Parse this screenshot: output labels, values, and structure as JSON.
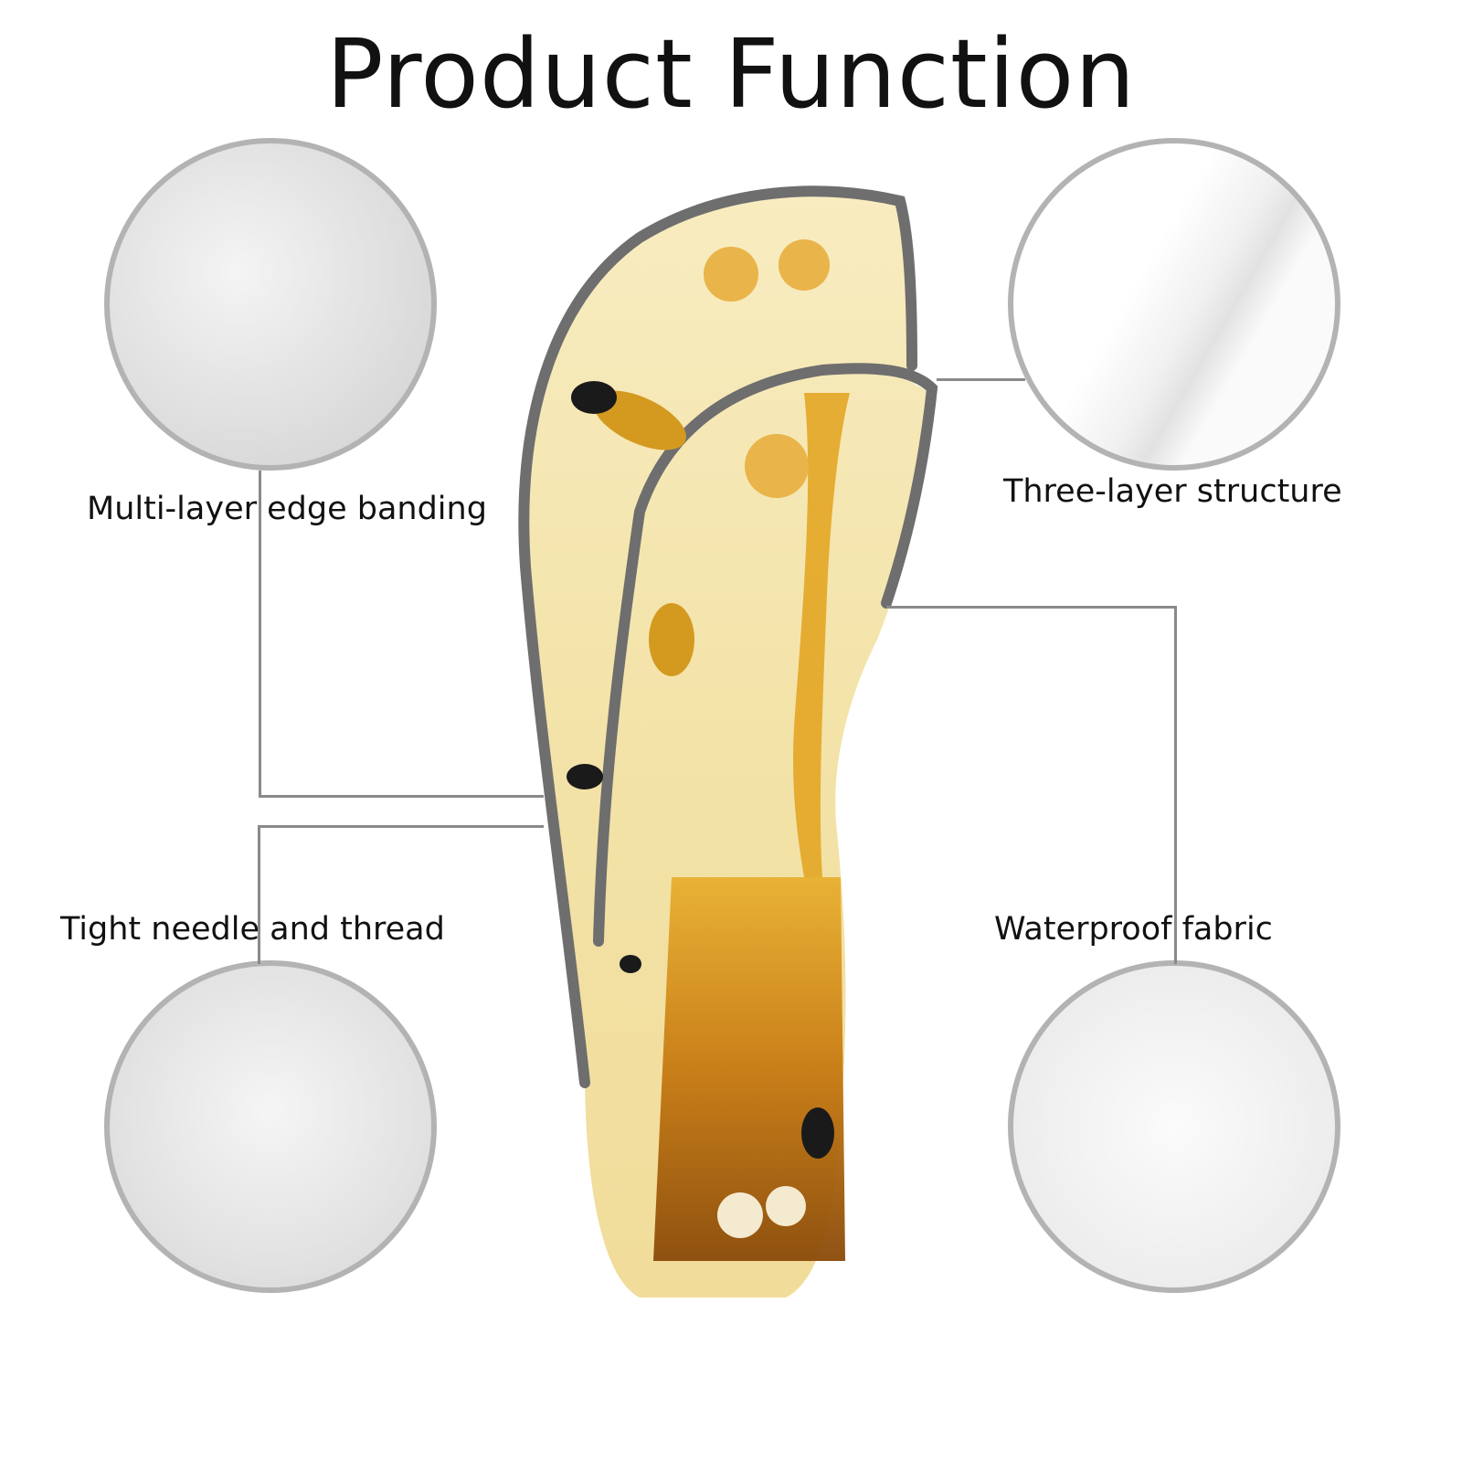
{
  "title": "Product Function",
  "features": [
    {
      "id": "edge-banding",
      "label": "Multi-layer edge banding"
    },
    {
      "id": "three-layer",
      "label": "Three-layer structure"
    },
    {
      "id": "needle-thread",
      "label": "Tight needle and thread"
    },
    {
      "id": "waterproof",
      "label": "Waterproof fabric"
    }
  ],
  "colors": {
    "circle_border": "#b3b3b3",
    "connector": "#8a8a8a",
    "trim": "#6e6e6e",
    "honey": "#e2a21c"
  }
}
